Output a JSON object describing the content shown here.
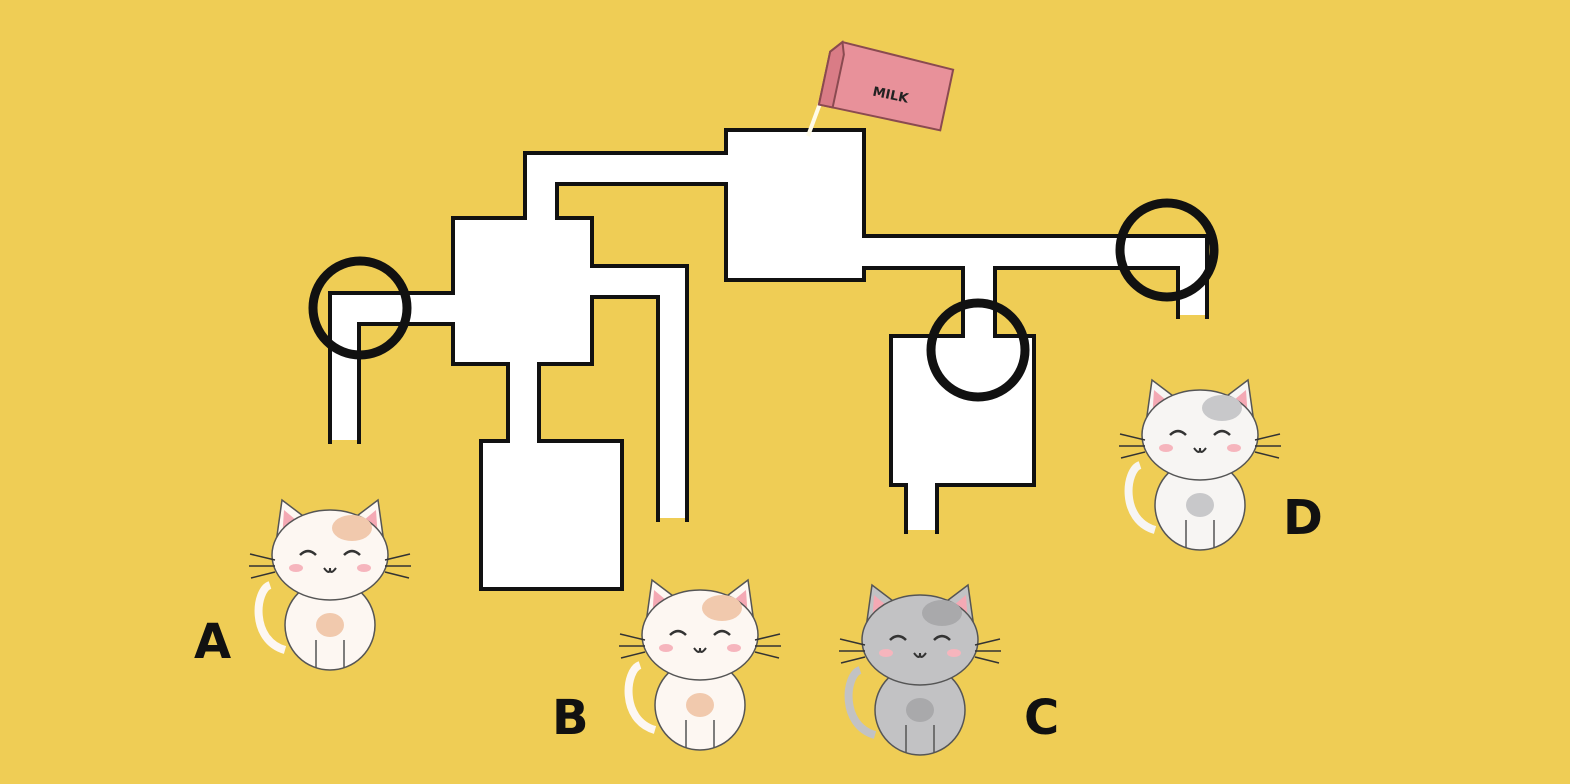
{
  "puzzle": {
    "carton_text": "MILK",
    "colors": {
      "background": "#efcd55",
      "pipe": "#ffffff",
      "outline": "#111111",
      "carton": "#e8919a"
    },
    "cats": [
      {
        "label": "A",
        "fur": "#fdf7f2",
        "patch": "#f1c9ad"
      },
      {
        "label": "B",
        "fur": "#fdf7f2",
        "patch": "#f1c9ad"
      },
      {
        "label": "C",
        "fur": "#c2c2c4",
        "patch": "#a9a9ab"
      },
      {
        "label": "D",
        "fur": "#f7f5f3",
        "patch": "#c8c8ca"
      }
    ]
  }
}
